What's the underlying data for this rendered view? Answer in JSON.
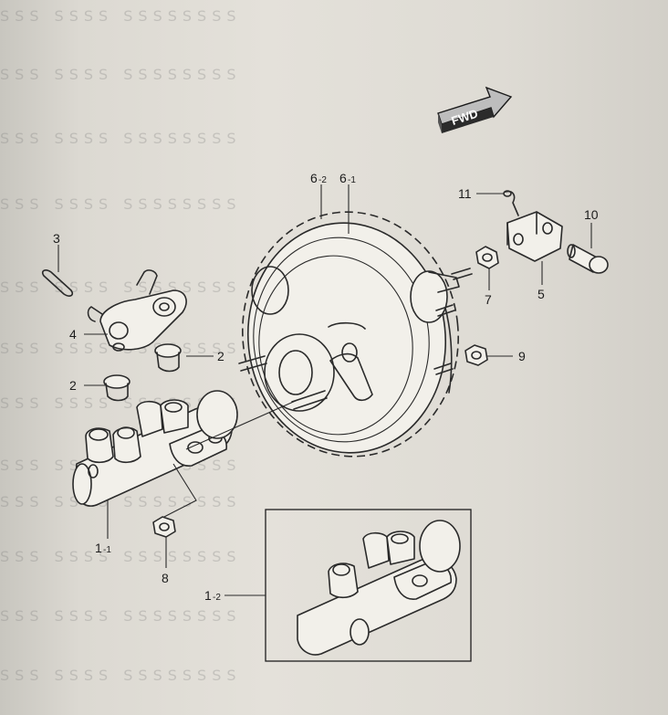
{
  "fwd_label": "FWD",
  "callouts": {
    "c3": "3",
    "c4": "4",
    "c2a": "2",
    "c2b": "2",
    "c1_1": "1",
    "c1_1_sub": "-1",
    "c1_2": "1",
    "c1_2_sub": "-2",
    "c8": "8",
    "c6_2": "6",
    "c6_2_sub": "-2",
    "c6_1": "6",
    "c6_1_sub": "-1",
    "c11": "11",
    "c10": "10",
    "c7": "7",
    "c5": "5",
    "c9": "9"
  }
}
